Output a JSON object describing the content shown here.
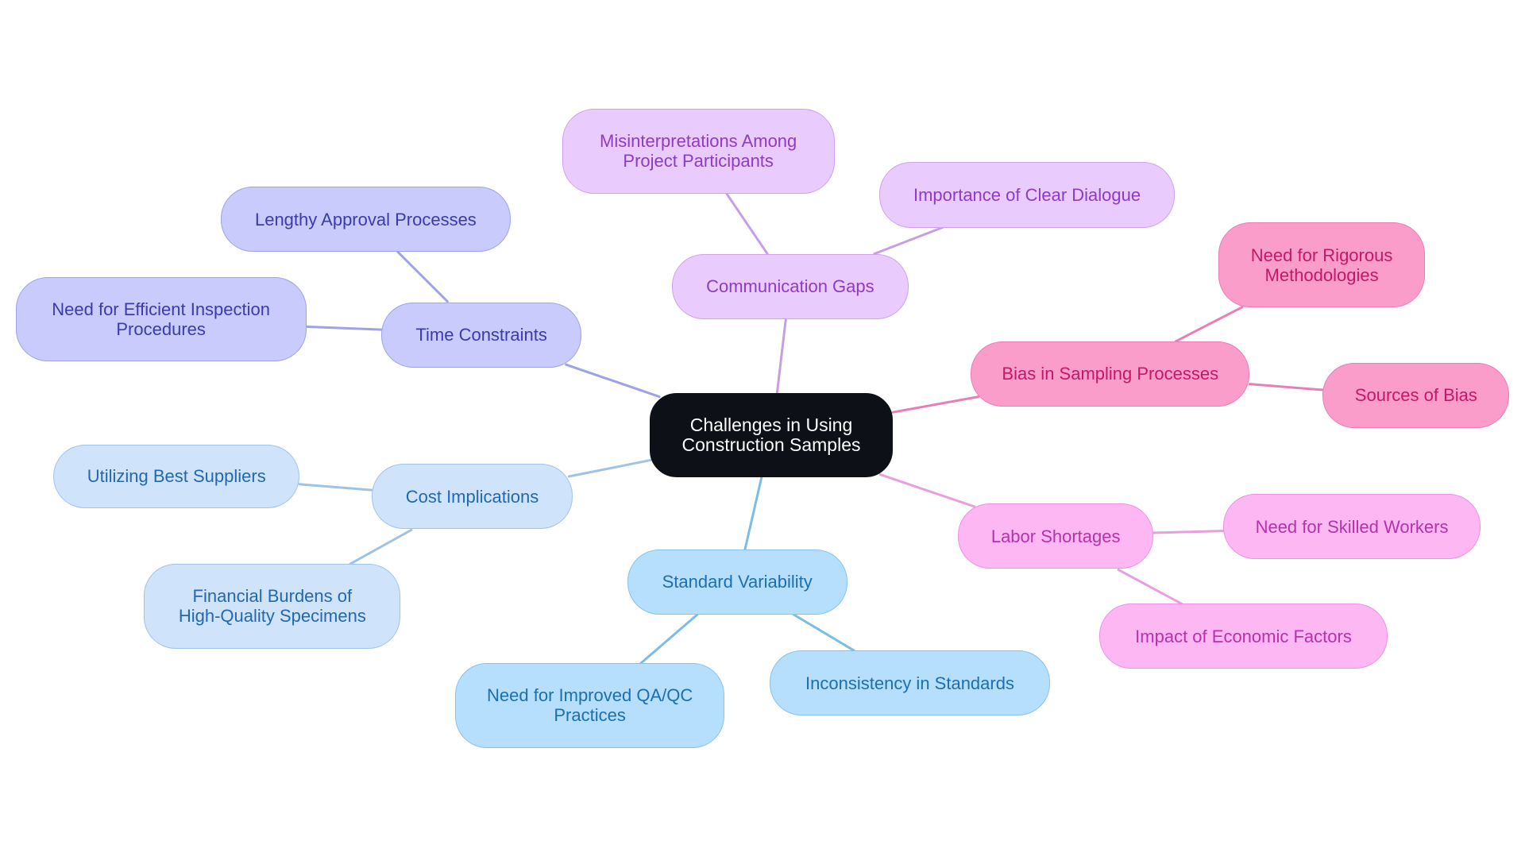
{
  "root": {
    "label": "Challenges in Using\nConstruction Samples",
    "bg": "#0d1117",
    "fg": "#ffffff"
  },
  "branches": [
    {
      "label": "Time Constraints",
      "colors": {
        "bg": "#c8cbfb",
        "border": "#9ea3ea",
        "fg": "#3b3bb0",
        "line": "#9ea3e6"
      },
      "children": [
        {
          "label": "Lengthy Approval Processes"
        },
        {
          "label": "Need for Efficient Inspection\nProcedures"
        }
      ]
    },
    {
      "label": "Communication Gaps",
      "colors": {
        "bg": "#eacbfd",
        "border": "#cfa2f0",
        "fg": "#8e3bc5",
        "line": "#c79ee6"
      },
      "children": [
        {
          "label": "Misinterpretations Among\nProject Participants"
        },
        {
          "label": "Importance of Clear Dialogue"
        }
      ]
    },
    {
      "label": "Bias in Sampling Processes",
      "colors": {
        "bg": "#fb9dcb",
        "border": "#ea7db2",
        "fg": "#c2186a",
        "line": "#e87fb4"
      },
      "children": [
        {
          "label": "Need for Rigorous\nMethodologies"
        },
        {
          "label": "Sources of Bias"
        }
      ]
    },
    {
      "label": "Labor Shortages",
      "colors": {
        "bg": "#fdb8f4",
        "border": "#f08fe3",
        "fg": "#b533a8",
        "line": "#ea9ee0"
      },
      "children": [
        {
          "label": "Need for Skilled Workers"
        },
        {
          "label": "Impact of Economic Factors"
        }
      ]
    },
    {
      "label": "Standard Variability",
      "colors": {
        "bg": "#b5dffc",
        "border": "#86c3ee",
        "fg": "#1c6fb0",
        "line": "#7bbde6"
      },
      "children": [
        {
          "label": "Need for Improved QA/QC\nPractices"
        },
        {
          "label": "Inconsistency in Standards"
        }
      ]
    },
    {
      "label": "Cost Implications",
      "colors": {
        "bg": "#cfe3fb",
        "border": "#9fc3ec",
        "fg": "#2368b0",
        "line": "#9fc3e6"
      },
      "children": [
        {
          "label": "Utilizing Best Suppliers"
        },
        {
          "label": "Financial Burdens of\nHigh-Quality Specimens"
        }
      ]
    }
  ]
}
